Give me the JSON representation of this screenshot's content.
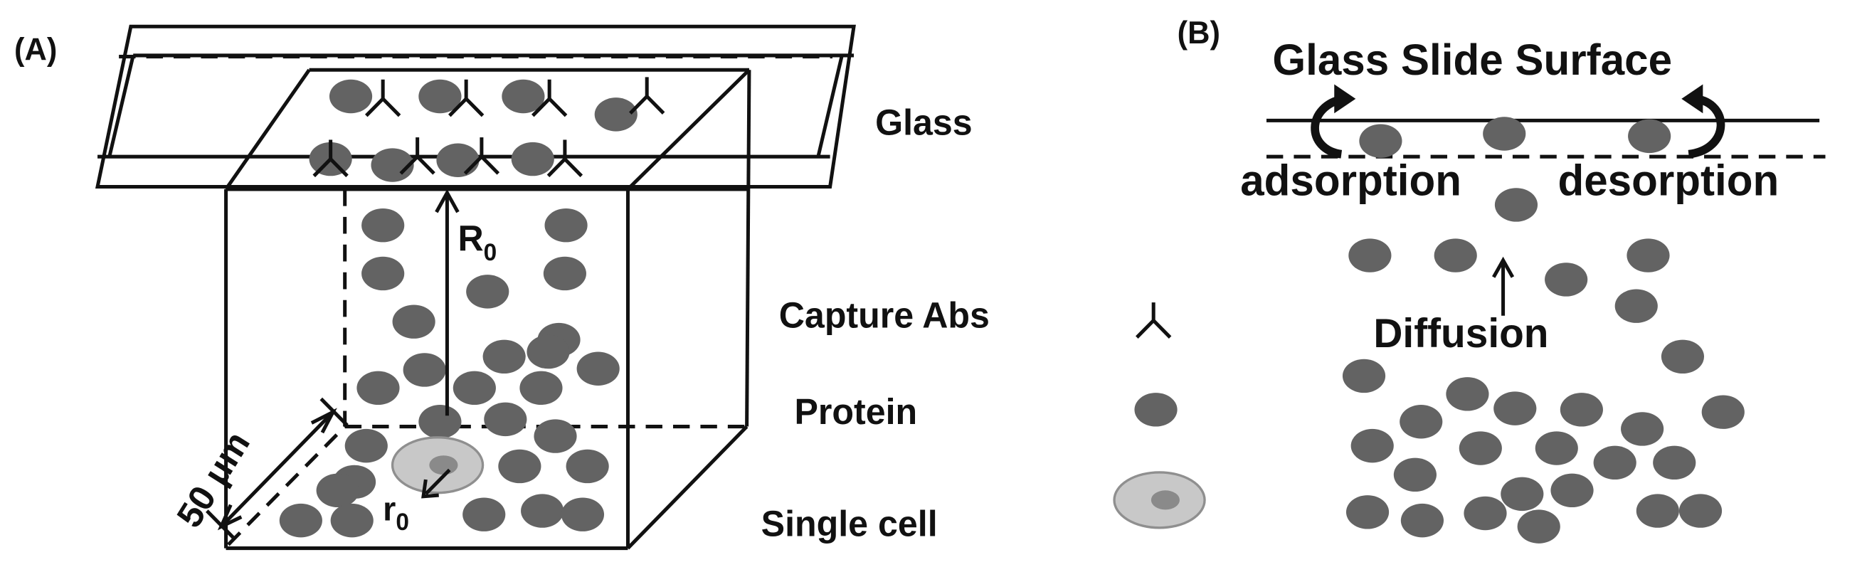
{
  "panels": {
    "a": {
      "label": "(A)",
      "glass_label": "Glass",
      "r_big": "R",
      "r_big_sub": "0",
      "r_small": "r",
      "r_small_sub": "0",
      "dimension": "50 μm"
    },
    "b": {
      "label": "(B)",
      "title": "Glass Slide Surface",
      "adsorption": "adsorption",
      "desorption": "desorption",
      "diffusion": "Diffusion"
    }
  },
  "legend": {
    "capture_abs": "Capture Abs",
    "protein": "Protein",
    "single_cell": "Single cell"
  },
  "icons": [
    "capture-antibody-icon",
    "protein-icon",
    "single-cell-icon",
    "adsorption-arrow-icon",
    "desorption-arrow-icon"
  ],
  "colors": {
    "protein": "#636363",
    "cell_outer": "#c8c8c8",
    "cell_nucleus": "#8a8a8a",
    "line": "#111111"
  }
}
